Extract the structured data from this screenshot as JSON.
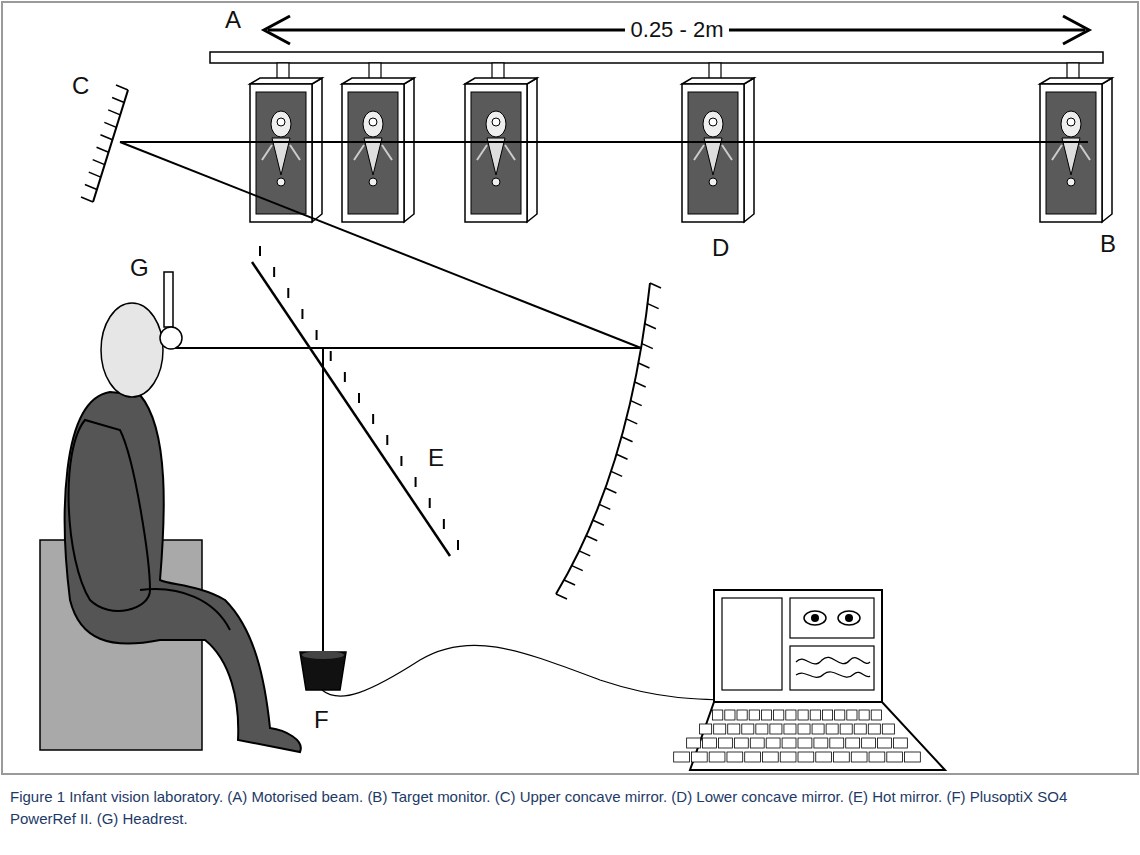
{
  "diagram": {
    "caption": "Figure 1 Infant vision laboratory. (A) Motorised beam. (B) Target monitor. (C) Upper concave mirror. (D) Lower concave mirror. (E) Hot mirror. (F) PlusoptiX SO4 PowerRef II. (G) Headrest.",
    "labels": [
      "A",
      "0.25 - 2m",
      "B",
      "C",
      "D",
      "E",
      "F",
      "G"
    ]
  }
}
